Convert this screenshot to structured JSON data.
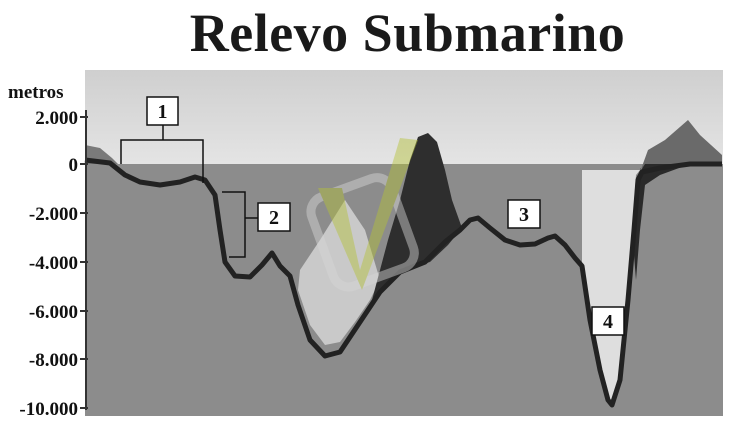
{
  "title": "Relevo Submarino",
  "axis": {
    "unit_label": "metros",
    "ticks": [
      "2.000",
      "0",
      "-2.000",
      "-4.000",
      "-6.000",
      "-8.000",
      "-10.000"
    ]
  },
  "markers": [
    "1",
    "2",
    "3",
    "4"
  ]
}
